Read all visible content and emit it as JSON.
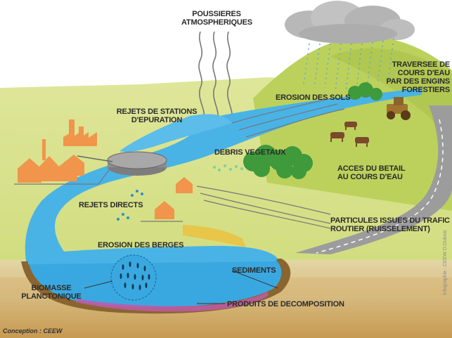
{
  "labels": {
    "dust": [
      "POUSSIERES",
      "ATMOSPHERIQUES"
    ],
    "traversee": [
      "TRAVERSEE DE",
      "COURS D'EAU",
      "PAR DES ENGINS",
      "FORESTIERS"
    ],
    "erosion_sols": "EROSION DES SOLS",
    "stations": [
      "REJETS DE STATIONS",
      "D'EPURATION"
    ],
    "debris": "DEBRIS VEGETAUX",
    "acces": [
      "ACCES DU BETAIL",
      "AU COURS D'EAU"
    ],
    "rejets_directs": "REJETS DIRECTS",
    "particules": [
      "PARTICULES ISSUES DU TRAFIC",
      "ROUTIER (RUISSELEMENT)"
    ],
    "erosion_berges": "EROSION DES BERGES",
    "sediments": "SEDIMENTS",
    "biomasse": [
      "BIOMASSE",
      "PLANCTONIQUE"
    ],
    "produits": "PRODUITS DE DECOMPOSITION",
    "credit": "Conception : CEEW",
    "side_credit": "Infographie : CEEW D.Dubois"
  },
  "colors": {
    "field": "#d6e18a",
    "hill": "#b9cf5a",
    "water": "#49b3e6",
    "water_light": "#a8dcf5",
    "soil": "#c9a45f",
    "soil_dark": "#8e6a30",
    "houses": "#f0954b",
    "trees": "#3e9a3a",
    "cows": "#7a4a2a",
    "road": "#9a9a9a",
    "cloud": "#bcbcbc",
    "decomposition": "#c05aa8"
  }
}
